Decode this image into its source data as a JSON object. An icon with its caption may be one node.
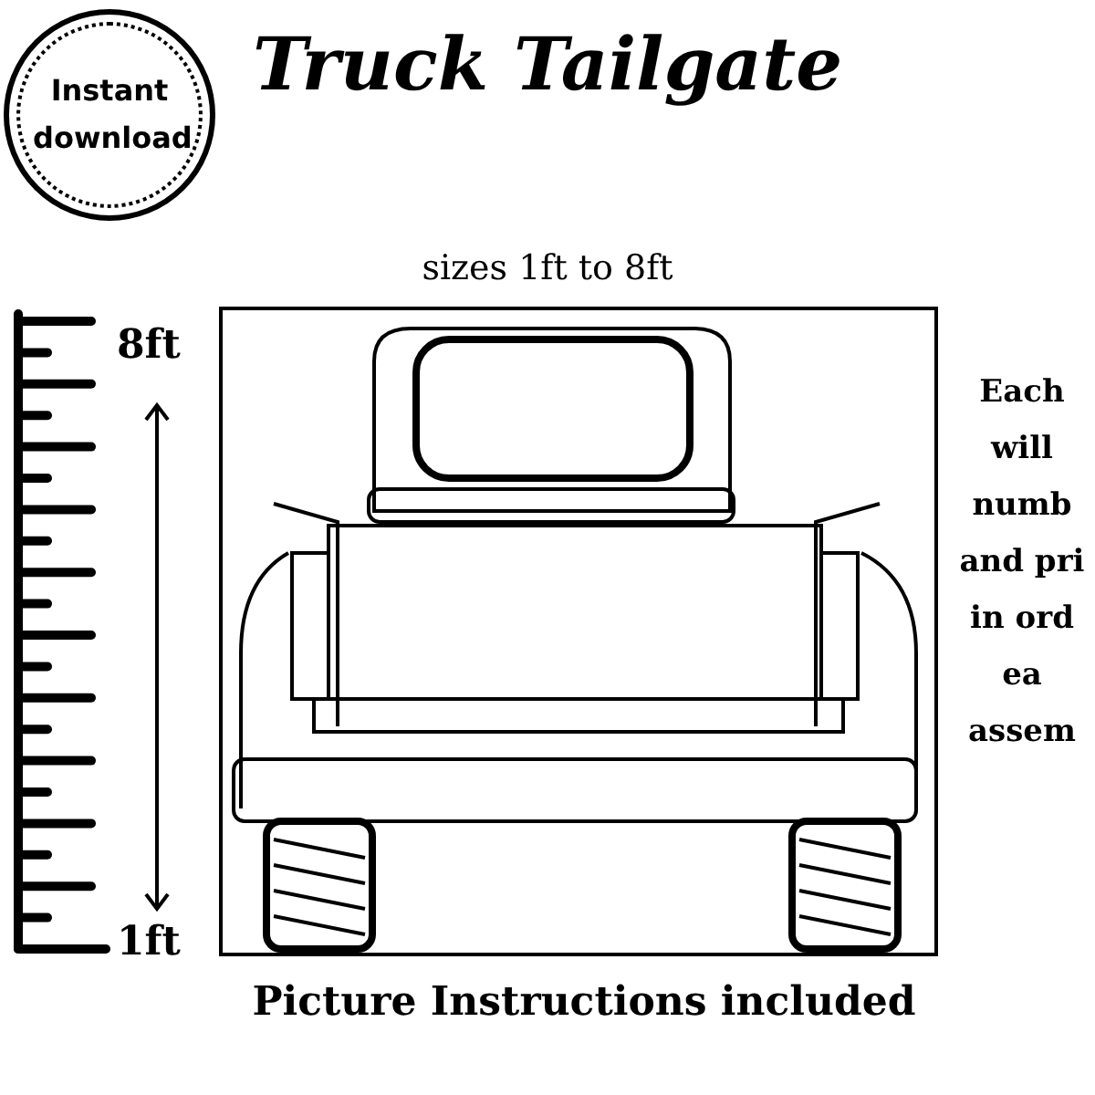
{
  "diagram": {
    "title": "Truck Tailgate",
    "nodes": [
      {
        "text": [
          "Instant download"
        ]
      }
    ],
    "labels": [
      "sizes 1ft to 8ft",
      "8ft",
      "1ft",
      "Each will numb and pri in ord ea assem",
      "Picture Instructions included"
    ]
  }
}
